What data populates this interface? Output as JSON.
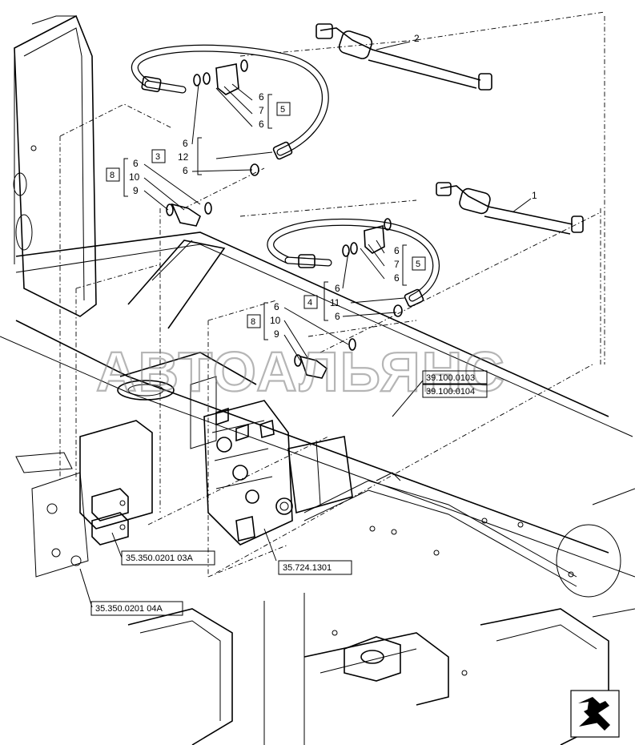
{
  "watermark": "АВТОАЛЬЯНС",
  "references": {
    "ref_39_0103": "39.100.0103",
    "ref_39_0104": "39.100.0104",
    "ref_35_724": "35.724.1301",
    "ref_35_350_03": "35.350.0201 03A",
    "ref_35_350_04": "35.350.0201 04A"
  },
  "upper_group": {
    "item_2": "2",
    "box_5": "5",
    "box_3": "3",
    "box_8": "8",
    "n6_a": "6",
    "n7_a": "7",
    "n6_b": "6",
    "n6_c": "6",
    "n12": "12",
    "n6_d": "6",
    "n6_e": "6",
    "n10": "10",
    "n9": "9"
  },
  "lower_group": {
    "item_1": "1",
    "box_5": "5",
    "box_4": "4",
    "box_8": "8",
    "n6_a": "6",
    "n7_a": "7",
    "n6_b": "6",
    "n6_c": "6",
    "n11": "11",
    "n6_d": "6",
    "n6_e": "6",
    "n10": "10",
    "n9": "9"
  },
  "nav_icon": "arrow-icon"
}
